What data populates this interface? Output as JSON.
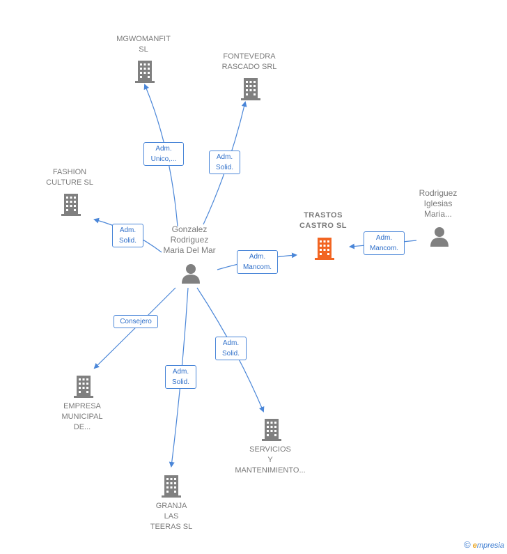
{
  "colors": {
    "edge": "#4a86d8",
    "node": "#808080",
    "focus": "#f26522"
  },
  "nodes": {
    "mgwomanfit": {
      "label": "MGWOMANFIT\nSL",
      "icon": "building-icon"
    },
    "fontevedra": {
      "label": "FONTEVEDRA\nRASCADO SRL",
      "icon": "building-icon"
    },
    "fashion": {
      "label": "FASHION\nCULTURE SL",
      "icon": "building-icon"
    },
    "trastos": {
      "label": "TRASTOS\nCASTRO  SL",
      "icon": "building-icon"
    },
    "rodriguez": {
      "label": "Rodriguez\nIglesias\nMaria...",
      "icon": "person-icon"
    },
    "gonzalez": {
      "label": "Gonzalez\nRodriguez\nMaria Del Mar",
      "icon": "person-icon"
    },
    "empresa": {
      "label": "EMPRESA\nMUNICIPAL\nDE...",
      "icon": "building-icon"
    },
    "servicios": {
      "label": "SERVICIOS\nY\nMANTENIMIENTO...",
      "icon": "building-icon"
    },
    "granja": {
      "label": "GRANJA\nLAS\nTEERAS  SL",
      "icon": "building-icon"
    }
  },
  "edges": {
    "to_mgwomanfit": "Adm.\nUnico,...",
    "to_fontevedra": "Adm.\nSolid.",
    "to_fashion": "Adm.\nSolid.",
    "to_trastos": "Adm.\nMancom.",
    "rodriguez_to_trastos": "Adm.\nMancom.",
    "to_empresa": "Consejero",
    "to_granja": "Adm.\nSolid.",
    "to_servicios": "Adm.\nSolid."
  },
  "brand": {
    "copyright": "©",
    "name_first": "e",
    "name_rest": "mpresia"
  }
}
